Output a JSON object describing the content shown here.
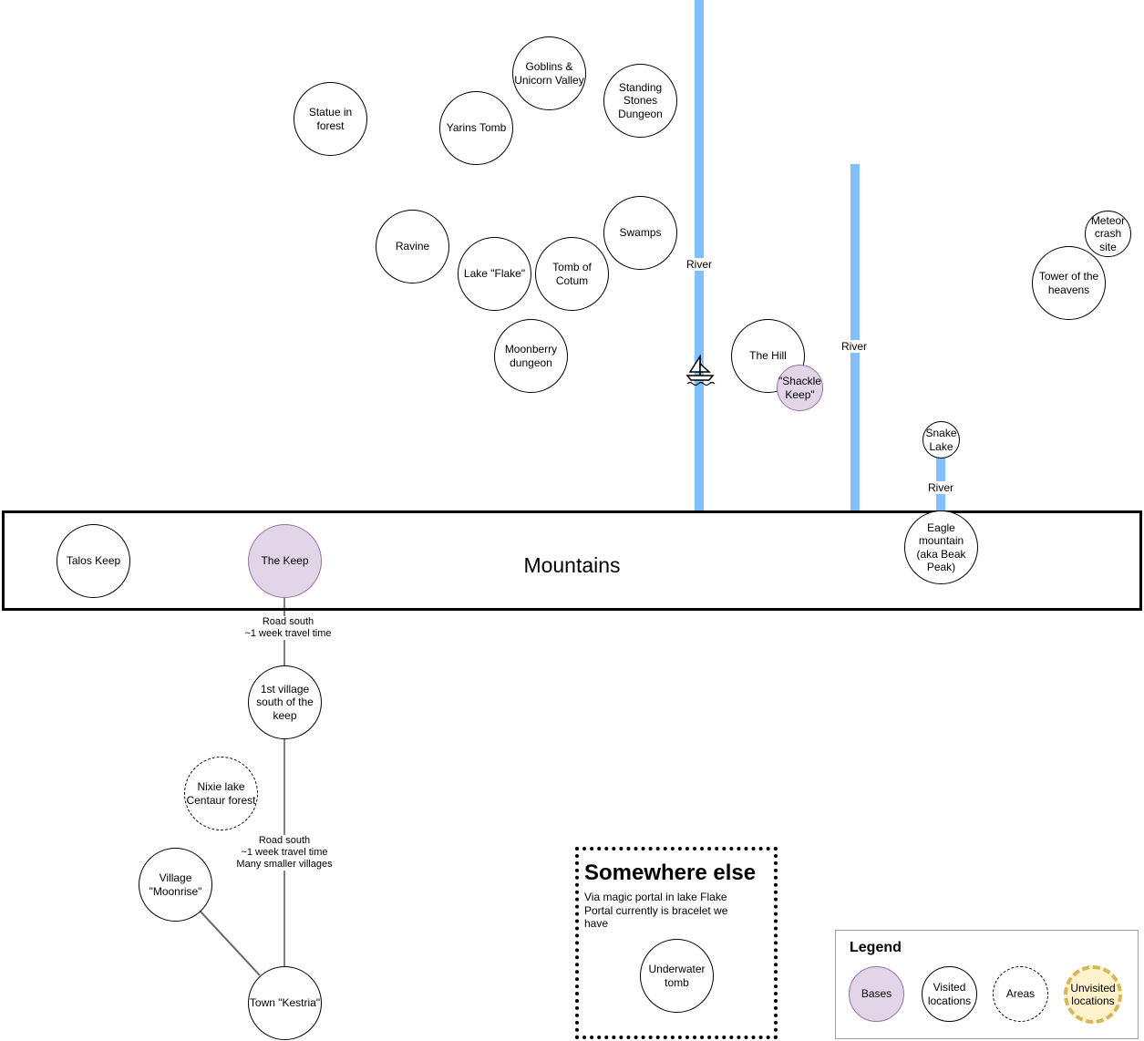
{
  "diagram": {
    "mountains": "Mountains",
    "river_label": "River",
    "locations": {
      "statue": "Statue in\nforest",
      "yarins_tomb": "Yarins Tomb",
      "goblins": "Goblins &\nUnicorn Valley",
      "standing_stones": "Standing\nStones\nDungeon",
      "ravine": "Ravine",
      "lake_flake": "Lake \"Flake\"",
      "tomb_cotum": "Tomb of\nCotum",
      "swamps": "Swamps",
      "moonberry": "Moonberry\ndungeon",
      "the_hill": "The Hill",
      "shackle_keep": "\"Shackle\nKeep\"",
      "meteor": "Meteor\ncrash\nsite",
      "tower": "Tower of the\nheavens",
      "snake_lake": "Snake\nLake",
      "eagle_mountain": "Eagle\nmountain\n(aka Beak\nPeak)",
      "talos_keep": "Talos Keep",
      "the_keep": "The Keep",
      "first_village": "1st village\nsouth of the\nkeep",
      "nixie": "Nixie lake\nCentaur forest",
      "moonrise": "Village\n\"Moonrise\"",
      "kestria": "Town \"Kestria\"",
      "underwater_tomb": "Underwater\ntomb"
    },
    "roads": {
      "road1": "Road south\n~1 week travel time",
      "road2": "Road south\n~1 week travel time\nMany smaller villages"
    },
    "somewhere_else": {
      "title": "Somewhere else",
      "description": "Via magic portal in lake Flake\nPortal currently is bracelet we\nhave"
    },
    "legend": {
      "title": "Legend",
      "bases": "Bases",
      "visited": "Visited\nlocations",
      "areas": "Areas",
      "unvisited": "Unvisited\nlocations"
    },
    "colors": {
      "river": "#82bfff",
      "base_fill": "#e1d5e7",
      "base_stroke": "#9673a6",
      "unvisited_fill": "#fff2cc",
      "unvisited_stroke": "#d6b656"
    },
    "icons": [
      "sailboat-icon"
    ]
  }
}
